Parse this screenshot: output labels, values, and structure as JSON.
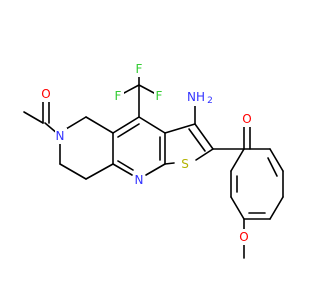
{
  "molecule": {
    "atom_labels": {
      "n_ring": "N",
      "n_pyridine": "N",
      "s_thiophene": "S",
      "o_acetyl": "O",
      "o_ketone": "O",
      "o_methoxy": "O",
      "f1": "F",
      "f2": "F",
      "f3": "F",
      "nh2_n": "NH",
      "nh2_sub": "2"
    },
    "colors": {
      "bond": "#000000",
      "nitrogen": "#3333ff",
      "oxygen": "#ff0000",
      "sulfur": "#b3b300",
      "fluorine": "#33cc33"
    }
  }
}
